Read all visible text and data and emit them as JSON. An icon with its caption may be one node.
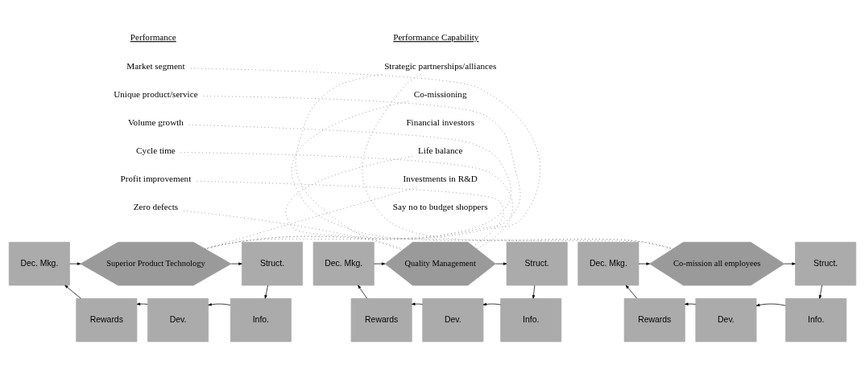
{
  "diagram": {
    "nodes": [
      {
        "text": [
          "Market segment"
        ]
      },
      {
        "text": [
          "Unique product/service"
        ]
      },
      {
        "text": [
          "Volume growth"
        ]
      },
      {
        "text": [
          "Cycle time"
        ]
      },
      {
        "text": [
          "Profit improvement"
        ]
      },
      {
        "text": [
          "Zero defects"
        ]
      },
      {
        "text": [
          "Strategic partnerships/alliances"
        ]
      },
      {
        "text": [
          "Co-missioning"
        ]
      },
      {
        "text": [
          "Financial investors"
        ]
      },
      {
        "text": [
          "Life balance"
        ]
      },
      {
        "text": [
          "Investments in R&D"
        ]
      },
      {
        "text": [
          "Say no to budget shoppers"
        ]
      },
      {
        "text": [
          "Dec. Mkg."
        ]
      },
      {
        "text": [
          "Superior Product Technology"
        ]
      },
      {
        "text": [
          "Struct."
        ]
      },
      {
        "text": [
          "Rewards"
        ]
      },
      {
        "text": [
          "Dev."
        ]
      },
      {
        "text": [
          "Info."
        ]
      },
      {
        "text": [
          "Dec. Mkg."
        ]
      },
      {
        "text": [
          "Quality Management"
        ]
      },
      {
        "text": [
          "Struct."
        ]
      },
      {
        "text": [
          "Rewards"
        ]
      },
      {
        "text": [
          "Dev."
        ]
      },
      {
        "text": [
          "Info."
        ]
      },
      {
        "text": [
          "Dec. Mkg."
        ]
      },
      {
        "text": [
          "Co-mission all employees"
        ]
      },
      {
        "text": [
          "Struct."
        ]
      },
      {
        "text": [
          "Rewards"
        ]
      },
      {
        "text": [
          "Dev."
        ]
      },
      {
        "text": [
          "Info."
        ]
      }
    ],
    "edges": [
      {
        "from": 12,
        "to": 13,
        "arrow": "to"
      },
      {
        "from": 13,
        "to": 14,
        "arrow": "to"
      },
      {
        "from": 14,
        "to": 17,
        "arrow": "to"
      },
      {
        "from": 17,
        "to": 16,
        "arrow": "to"
      },
      {
        "from": 16,
        "to": 15,
        "arrow": "to"
      },
      {
        "from": 15,
        "to": 12,
        "arrow": "to"
      },
      {
        "from": 18,
        "to": 19,
        "arrow": "to"
      },
      {
        "from": 19,
        "to": 20,
        "arrow": "to"
      },
      {
        "from": 20,
        "to": 23,
        "arrow": "to"
      },
      {
        "from": 23,
        "to": 22,
        "arrow": "to"
      },
      {
        "from": 22,
        "to": 21,
        "arrow": "to"
      },
      {
        "from": 21,
        "to": 18,
        "arrow": "to"
      },
      {
        "from": 24,
        "to": 25,
        "arrow": "to"
      },
      {
        "from": 25,
        "to": 26,
        "arrow": "to"
      },
      {
        "from": 26,
        "to": 29,
        "arrow": "to"
      },
      {
        "from": 29,
        "to": 28,
        "arrow": "to"
      },
      {
        "from": 28,
        "to": 27,
        "arrow": "to"
      },
      {
        "from": 27,
        "to": 24,
        "arrow": "to"
      },
      {
        "from": 0,
        "to": 13,
        "arrow": "none",
        "style": "dashed"
      },
      {
        "from": 1,
        "to": 13,
        "arrow": "none",
        "style": "dashed"
      },
      {
        "from": 2,
        "to": 13,
        "arrow": "none",
        "style": "dashed"
      },
      {
        "from": 10,
        "to": 13,
        "arrow": "none",
        "style": "dashed"
      },
      {
        "from": 3,
        "to": 19,
        "arrow": "none",
        "style": "dashed"
      },
      {
        "from": 4,
        "to": 19,
        "arrow": "none",
        "style": "dashed"
      },
      {
        "from": 5,
        "to": 19,
        "arrow": "none",
        "style": "dashed"
      },
      {
        "from": 6,
        "to": 19,
        "arrow": "none",
        "style": "dashed"
      },
      {
        "from": 6,
        "to": 25,
        "arrow": "none",
        "style": "dashed"
      },
      {
        "from": 7,
        "to": 25,
        "arrow": "none",
        "style": "dashed"
      },
      {
        "from": 9,
        "to": 25,
        "arrow": "none",
        "style": "dashed"
      }
    ],
    "labels": [
      "Performance",
      "Performance Capability"
    ]
  }
}
